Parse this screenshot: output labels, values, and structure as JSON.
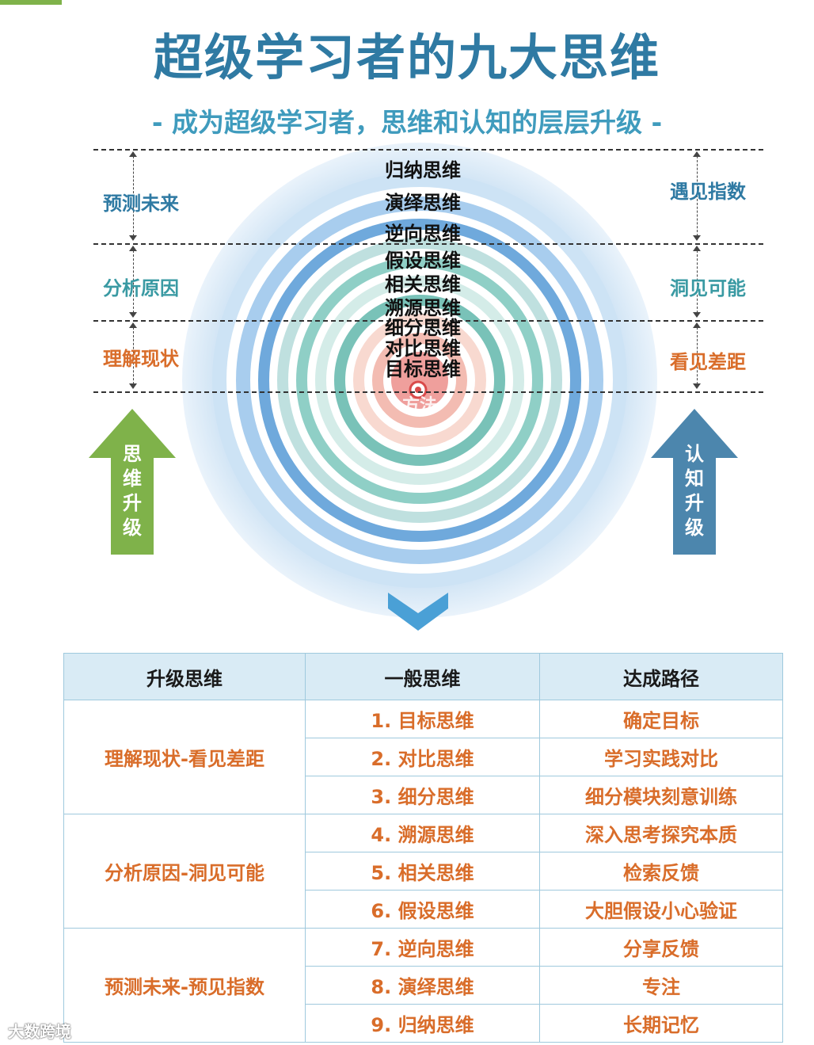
{
  "header": {
    "title": "超级学习者的九大思维",
    "subtitle": "- 成为超级学习者，思维和认知的层层升级 -"
  },
  "left_levels": [
    {
      "label": "预测未来",
      "color": "#2f7aa3"
    },
    {
      "label": "分析原因",
      "color": "#3a9aa3"
    },
    {
      "label": "理解现状",
      "color": "#d96d2a"
    }
  ],
  "right_levels": [
    {
      "label": "遇见指数",
      "color": "#2f7aa3"
    },
    {
      "label": "洞见可能",
      "color": "#3a9aa3"
    },
    {
      "label": "看见差距",
      "color": "#d96d2a"
    }
  ],
  "rings": [
    "归纳思维",
    "演绎思维",
    "逆向思维",
    "假设思维",
    "相关思维",
    "溯源思维",
    "细分思维",
    "对比思维",
    "目标思维"
  ],
  "center_label": "方法",
  "arrows": {
    "left": {
      "chars": [
        "思",
        "维",
        "升",
        "级"
      ],
      "color": "#7fb24a"
    },
    "right": {
      "chars": [
        "认",
        "知",
        "升",
        "级"
      ],
      "color": "#4c86ad"
    }
  },
  "table": {
    "headers": [
      "升级思维",
      "一般思维",
      "达成路径"
    ],
    "groups": [
      {
        "label": "理解现状-看见差距",
        "class": "g1",
        "rows": [
          {
            "thinking": "1. 目标思维",
            "path": "确定目标"
          },
          {
            "thinking": "2. 对比思维",
            "path": "学习实践对比"
          },
          {
            "thinking": "3. 细分思维",
            "path": "细分模块刻意训练"
          }
        ]
      },
      {
        "label": "分析原因-洞见可能",
        "class": "g2",
        "rows": [
          {
            "thinking": "4. 溯源思维",
            "path": "深入思考探究本质"
          },
          {
            "thinking": "5. 相关思维",
            "path": "检索反馈"
          },
          {
            "thinking": "6. 假设思维",
            "path": "大胆假设小心验证"
          }
        ]
      },
      {
        "label": "预测未来-预见指数",
        "class": "g3",
        "rows": [
          {
            "thinking": "7. 逆向思维",
            "path": "分享反馈"
          },
          {
            "thinking": "8. 演绎思维",
            "path": "专注"
          },
          {
            "thinking": "9. 归纳思维",
            "path": "长期记忆"
          }
        ]
      }
    ]
  },
  "watermark": "大数跨境",
  "colors": {
    "title": "#2f7aa3",
    "subtitle": "#3f9bbd",
    "ring_blue_outer": "#d6e8f7",
    "ring_blue_mid": "#a9cdeb",
    "ring_blue_strong": "#6fa9dc",
    "ring_teal": "#7ec7c0",
    "ring_pink": "#f2b4ad",
    "table_header_bg": "#d9ebf5"
  }
}
